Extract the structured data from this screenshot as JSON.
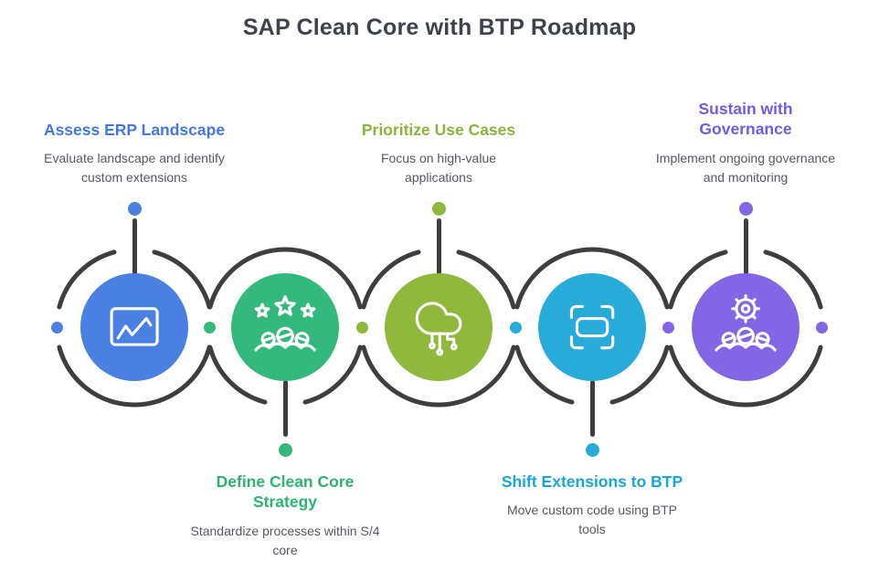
{
  "title": "SAP Clean Core with BTP Roadmap",
  "steps": [
    {
      "heading": "Assess ERP Landscape",
      "description": "Evaluate landscape and identify custom extensions",
      "color": "#4a80e1",
      "heading_color": "#4377e4",
      "icon": "line-chart-icon"
    },
    {
      "heading": "Define Clean Core Strategy",
      "description": "Standardize processes within S/4 core",
      "color": "#34b97d",
      "heading_color": "#2cb370",
      "icon": "team-rating-icon"
    },
    {
      "heading": "Prioritize Use Cases",
      "description": "Focus on high-value applications",
      "color": "#8fb83d",
      "heading_color": "#8ab53c",
      "icon": "cloud-circuit-icon"
    },
    {
      "heading": "Shift Extensions to BTP",
      "description": "Move custom code using BTP tools",
      "color": "#28abd9",
      "heading_color": "#18a5da",
      "icon": "screen-frame-icon"
    },
    {
      "heading": "Sustain with Governance",
      "description": "Implement ongoing governance and monitoring",
      "color": "#8266e6",
      "heading_color": "#6d5ce6",
      "icon": "gear-team-icon"
    }
  ],
  "connector_dots": [
    "#4a80e1",
    "#34b97d",
    "#8fb83d",
    "#28abd9",
    "#8266e6",
    "#8266e6"
  ]
}
